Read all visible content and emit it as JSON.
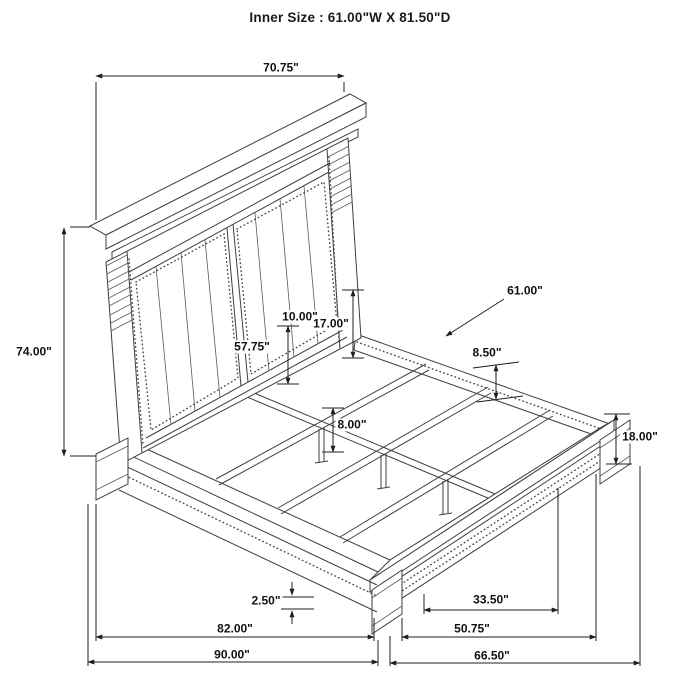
{
  "title": "Inner Size : 61.00\"W X 81.50\"D",
  "diagram": "bed-frame-dimension-drawing",
  "colors": {
    "line": "#3f3f3f",
    "dimension": "#1f1f1f",
    "text": "#111111"
  },
  "labels": {
    "overall_headboard_width": "70.75\"",
    "headboard_height": "74.00\"",
    "panel_width": "57.75\"",
    "dim_10": "10.00\"",
    "dim_17": "17.00\"",
    "inner_width": "61.00\"",
    "rail_height": "8.50\"",
    "leg_height": "8.00\"",
    "footboard_height": "18.00\"",
    "rail_thickness": "2.50\"",
    "foot_span": "33.50\"",
    "frame_length": "82.00\"",
    "footboard_inner_width": "50.75\"",
    "overall_length": "90.00\"",
    "footboard_width": "66.50\""
  }
}
